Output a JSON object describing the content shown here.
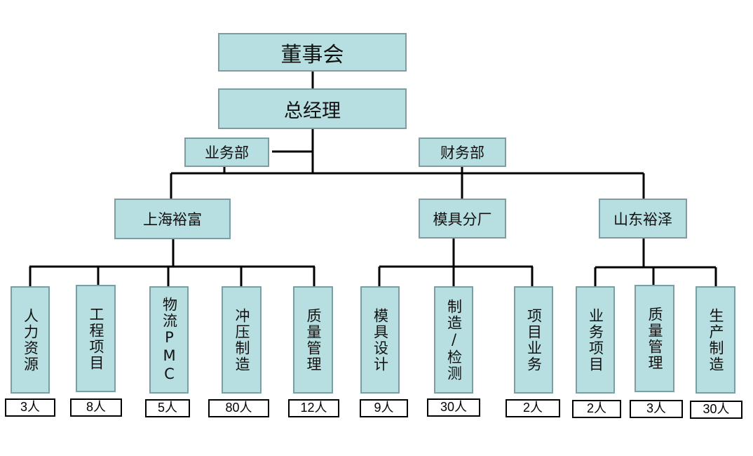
{
  "board": "董事会",
  "gm": "总经理",
  "depts": {
    "sales": "业务部",
    "finance": "财务部"
  },
  "branches": [
    {
      "name": "上海裕富",
      "units": [
        {
          "name": "人力资源",
          "count": "3人"
        },
        {
          "name": "工程项目",
          "count": "8人"
        },
        {
          "name": "物流PMC",
          "count": "5人"
        },
        {
          "name": "冲压制造",
          "count": "80人"
        },
        {
          "name": "质量管理",
          "count": "12人"
        }
      ]
    },
    {
      "name": "模具分厂",
      "units": [
        {
          "name": "模具设计",
          "count": "9人"
        },
        {
          "name": "制造/检测",
          "count": "30人"
        },
        {
          "name": "项目业务",
          "count": "2人"
        }
      ]
    },
    {
      "name": "山东裕泽",
      "units": [
        {
          "name": "业务项目",
          "count": "2人"
        },
        {
          "name": "质量管理",
          "count": "3人"
        },
        {
          "name": "生产制造",
          "count": "30人"
        }
      ]
    }
  ],
  "colors": {
    "box_fill": "#b7dee0",
    "box_border": "#7a9ea3",
    "line": "#000000"
  }
}
